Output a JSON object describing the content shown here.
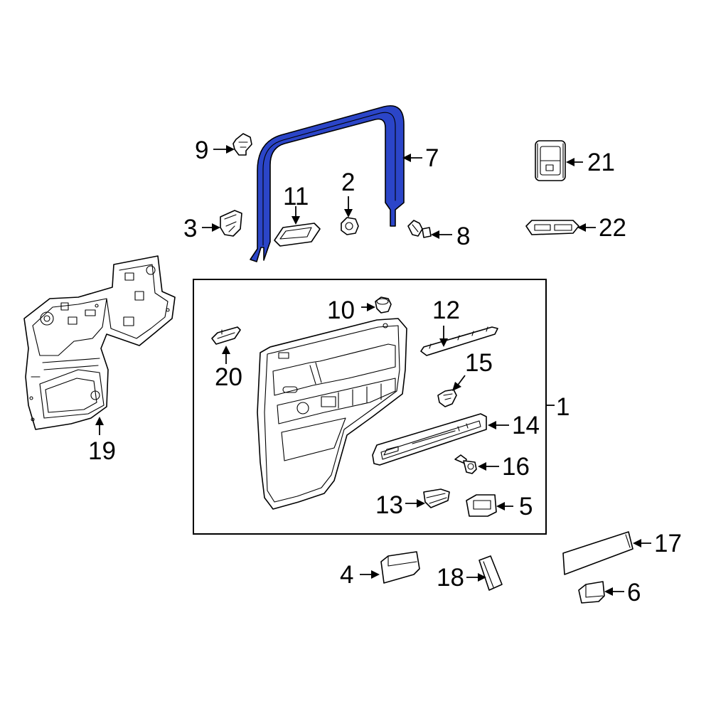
{
  "colors": {
    "highlight": "#2b45c8",
    "line": "#000000",
    "background": "#ffffff"
  },
  "callouts": {
    "c1": "1",
    "c2": "2",
    "c3": "3",
    "c4": "4",
    "c5": "5",
    "c6": "6",
    "c7": "7",
    "c8": "8",
    "c9": "9",
    "c10": "10",
    "c11": "11",
    "c12": "12",
    "c13": "13",
    "c14": "14",
    "c15": "15",
    "c16": "16",
    "c17": "17",
    "c18": "18",
    "c19": "19",
    "c20": "20",
    "c21": "21",
    "c22": "22"
  },
  "highlighted_part": "7"
}
